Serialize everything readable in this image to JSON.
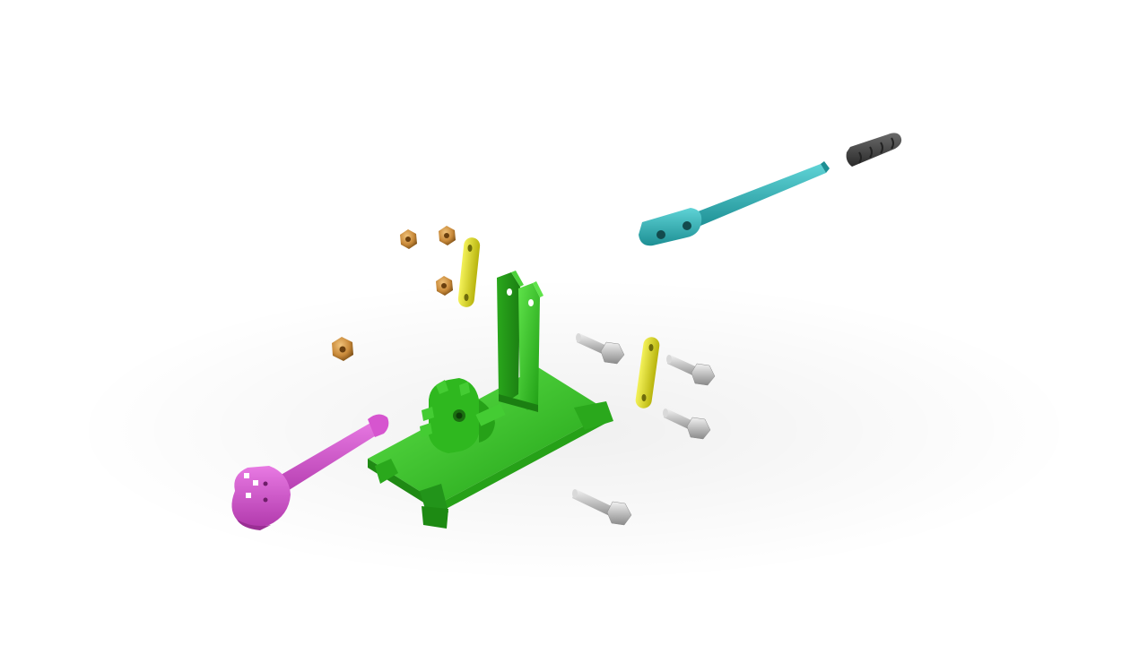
{
  "scene": {
    "background": "#ffffff",
    "parts": [
      {
        "name": "base-frame",
        "color": "#33cc22"
      },
      {
        "name": "upright-bracket",
        "color": "#33cc22"
      },
      {
        "name": "ratchet-gear",
        "color": "#2fb81f"
      },
      {
        "name": "pink-lever",
        "color": "#d655cf"
      },
      {
        "name": "teal-handle",
        "color": "#2bb3b8"
      },
      {
        "name": "rubber-grip",
        "color": "#3d3d3d"
      },
      {
        "name": "yellow-link",
        "color": "#e3e020"
      },
      {
        "name": "hex-nut",
        "color": "#c98a3a"
      },
      {
        "name": "hex-bolt",
        "color": "#c8c8c8"
      }
    ]
  }
}
